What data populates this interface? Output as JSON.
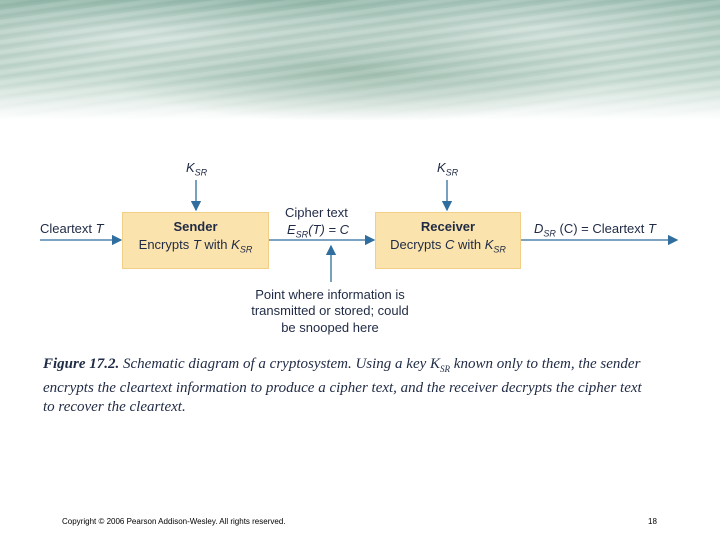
{
  "diagram": {
    "key_label": "K",
    "key_sub": "SR",
    "cleartext_in": {
      "text": "Cleartext ",
      "var": "T"
    },
    "sender": {
      "title": "Sender",
      "line_pre": "Encrypts ",
      "line_var": "T",
      "line_mid": " with ",
      "key": "K",
      "key_sub": "SR"
    },
    "cipher": {
      "title": "Cipher text",
      "expr_fn": "E",
      "expr_sub": "SR",
      "expr_arg": "(T) = C"
    },
    "receiver": {
      "title": "Receiver",
      "line_pre": "Decrypts ",
      "line_var": "C",
      "line_mid": " with ",
      "key": "K",
      "key_sub": "SR"
    },
    "output": {
      "fn": "D",
      "fn_sub": "SR",
      "arg": " (C) = Cleartext ",
      "var": "T"
    },
    "snoop_note": [
      "Point where information is",
      "transmitted or stored; could",
      "be snooped here"
    ]
  },
  "caption": {
    "label": "Figure 17.2.",
    "text": " Schematic diagram of a cryptosystem. Using a key K",
    "key_sub": "SR",
    "text2": " known only to them, the sender encrypts the cleartext information to produce a cipher text, and the receiver decrypts the cipher text to recover the cleartext."
  },
  "footer": {
    "copyright": "Copyright © 2006 Pearson Addison-Wesley. All rights reserved.",
    "page_number": "18"
  },
  "colors": {
    "box_fill": "#fbe3ad",
    "arrow": "#2f6e9e",
    "text": "#1f2a44"
  }
}
